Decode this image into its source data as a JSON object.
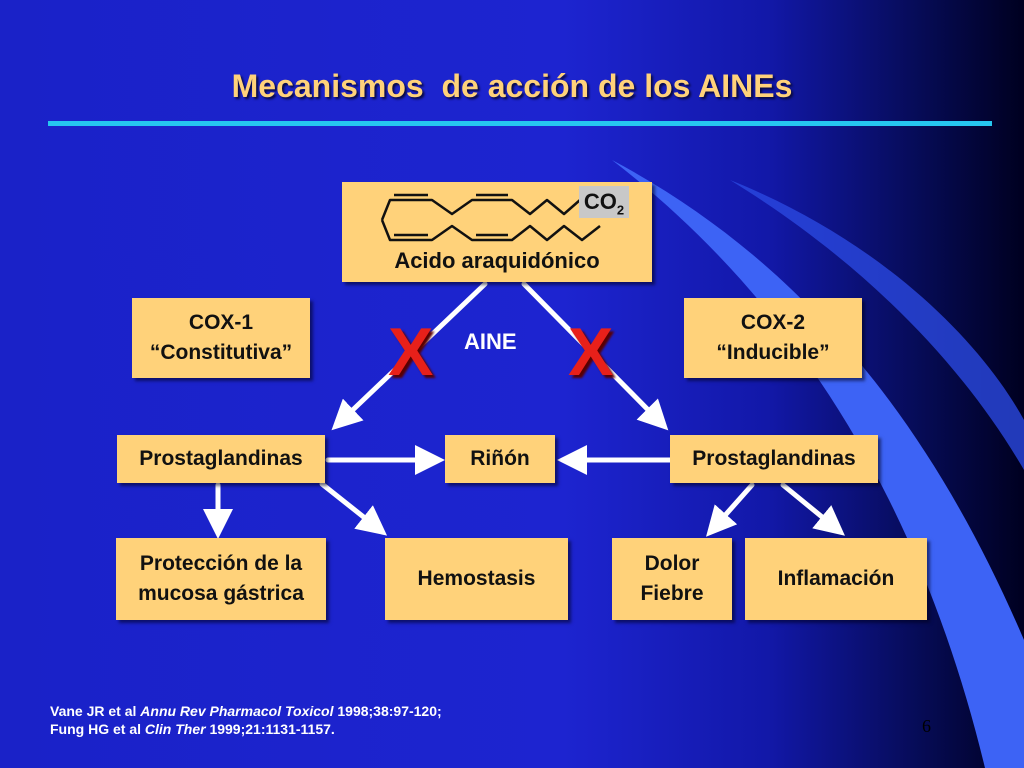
{
  "slide": {
    "title": "Mecanismos  de acción de los AINEs",
    "page_number": "6"
  },
  "diagram": {
    "acido": {
      "label": "Acido araquidónico",
      "co2_main": "CO",
      "co2_sub": "2"
    },
    "cox1": {
      "line1": "COX-1",
      "line2": "“Constitutiva”"
    },
    "cox2": {
      "line1": "COX-2",
      "line2": "“Inducible”"
    },
    "aine": "AINE",
    "x_mark": "X",
    "prostaglandinas_left": "Prostaglandinas",
    "prostaglandinas_right": "Prostaglandinas",
    "rinon": "Riñón",
    "proteccion": {
      "line1": "Protección de la",
      "line2": "mucosa gástrica"
    },
    "hemostasis": "Hemostasis",
    "dolor": {
      "line1": "Dolor",
      "line2": "Fiebre"
    },
    "inflamacion": "Inflamación"
  },
  "references": {
    "ref1": {
      "authors": "Vane JR et al ",
      "journal": "Annu Rev Pharmacol Toxicol",
      "details": " 1998;38:97-120;"
    },
    "ref2": {
      "authors": "Fung HG et al ",
      "journal": "Clin Ther",
      "details": " 1999;21:1131-1157."
    }
  },
  "colors": {
    "box_fill": "#ffd27a",
    "title_text": "#ffd27a",
    "rule": "#26c6f0",
    "x_mark": "#e8201a",
    "background": "#1d24d0"
  }
}
